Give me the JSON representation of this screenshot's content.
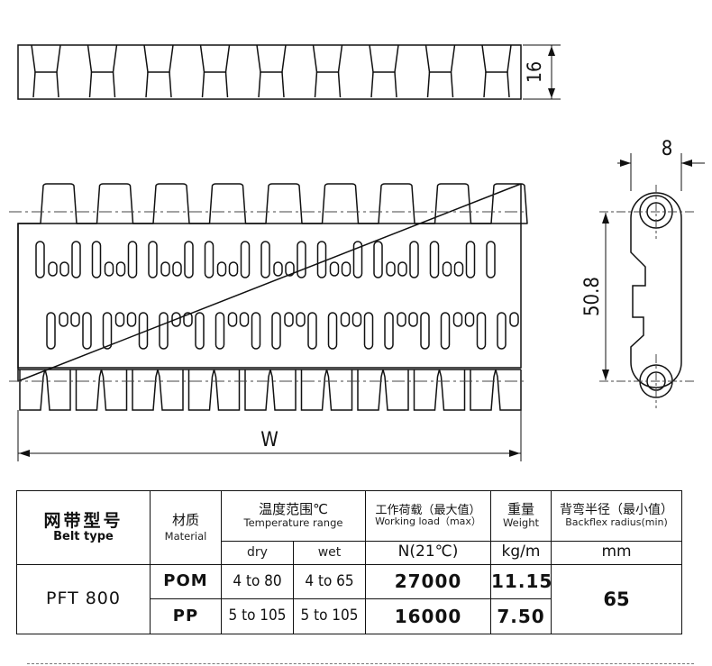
{
  "drawing": {
    "dim_height": "16",
    "dim_thickness": "8",
    "dim_pitch": "50.8",
    "dim_width": "W"
  },
  "table": {
    "header": {
      "belt_type_cn": "网带型号",
      "belt_type_en": "Belt type",
      "material_cn": "材质",
      "material_en": "Material",
      "temperature_cn": "温度范围℃",
      "temperature_en": "Temperature range",
      "dry": "dry",
      "wet": "wet",
      "load_cn": "工作荷载（最大值）",
      "load_en": "Working load（max）",
      "load_unit": "N(21℃)",
      "weight_cn": "重量",
      "weight_en": "Weight",
      "weight_unit": "kg/m",
      "radius_cn": "背弯半径（最小值）",
      "radius_en": "Backflex radius(min)",
      "radius_unit": "mm"
    },
    "model": "PFT 800",
    "rows": [
      {
        "material": "POM",
        "dry": "4 to 80",
        "wet": "4 to 65",
        "load": "27000",
        "weight": "11.15"
      },
      {
        "material": "PP",
        "dry": "5 to 105",
        "wet": "5 to 105",
        "load": "16000",
        "weight": "7.50"
      }
    ],
    "radius": "65"
  }
}
